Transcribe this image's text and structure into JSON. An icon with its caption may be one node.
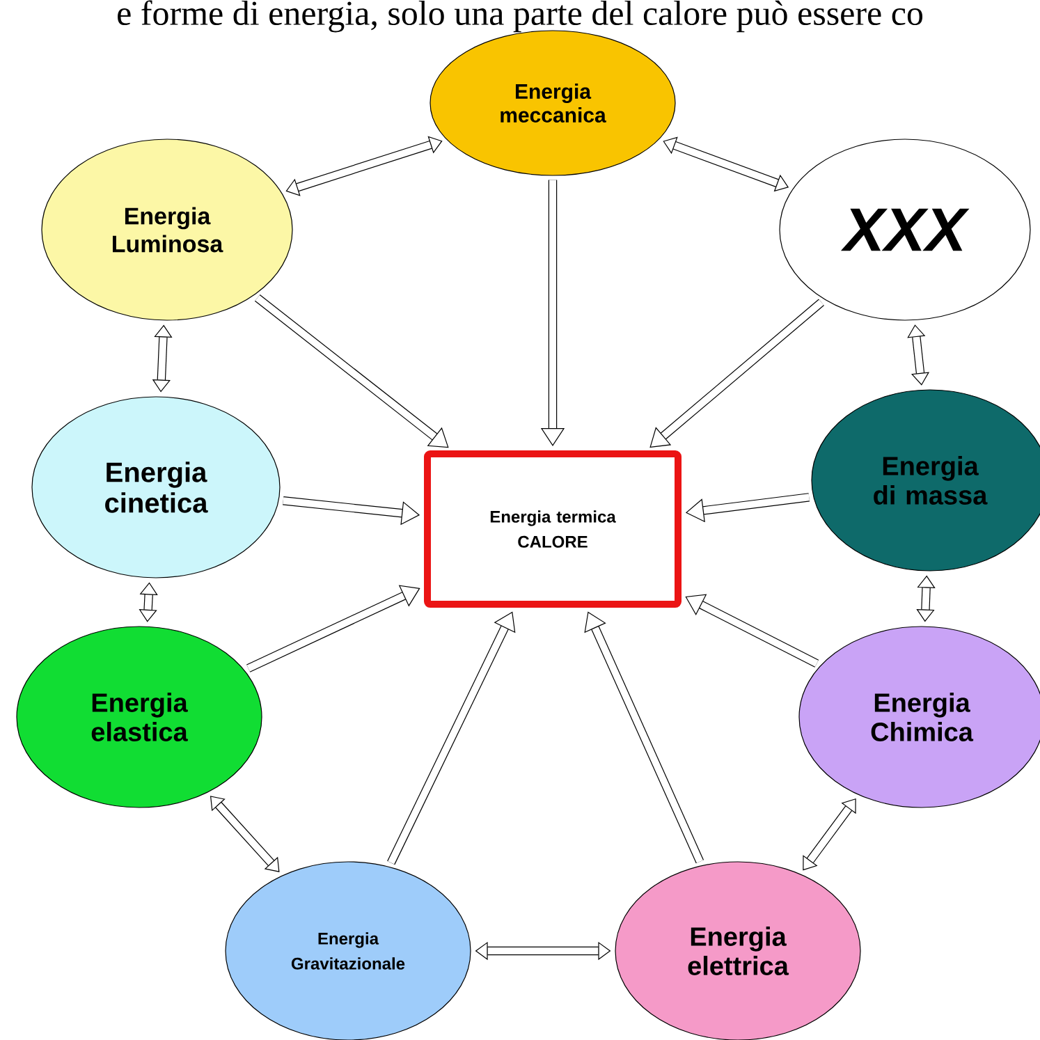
{
  "diagram": {
    "nodes": [
      {
        "text": [
          "Energia meccanica"
        ]
      },
      {
        "text": [
          "Energia Luminosa"
        ]
      },
      {
        "text": [
          "XXX"
        ]
      },
      {
        "text": [
          "Energia cinetica"
        ]
      },
      {
        "text": [
          "Energia termica CALORE"
        ]
      },
      {
        "text": [
          "Energia di massa"
        ]
      },
      {
        "text": [
          "Energia elastica"
        ]
      },
      {
        "text": [
          "Energia Chimica"
        ]
      },
      {
        "text": [
          "Energia Gravitazionale"
        ]
      },
      {
        "text": [
          "Energia elettrica"
        ]
      }
    ],
    "edges": [
      {
        "from": 0,
        "to": 1,
        "arrow": "both"
      },
      {
        "from": 0,
        "to": 2,
        "arrow": "both"
      },
      {
        "from": 1,
        "to": 4,
        "arrow": "to"
      },
      {
        "from": 0,
        "to": 4,
        "arrow": "to"
      },
      {
        "from": 2,
        "to": 4,
        "arrow": "to"
      },
      {
        "from": 1,
        "to": 3,
        "arrow": "both"
      },
      {
        "from": 2,
        "to": 5,
        "arrow": "both"
      },
      {
        "from": 3,
        "to": 4,
        "arrow": "to"
      },
      {
        "from": 5,
        "to": 4,
        "arrow": "to"
      },
      {
        "from": 3,
        "to": 6,
        "arrow": "both"
      },
      {
        "from": 5,
        "to": 7,
        "arrow": "both"
      },
      {
        "from": 6,
        "to": 4,
        "arrow": "to"
      },
      {
        "from": 7,
        "to": 4,
        "arrow": "to"
      },
      {
        "from": 8,
        "to": 4,
        "arrow": "to"
      },
      {
        "from": 9,
        "to": 4,
        "arrow": "to"
      },
      {
        "from": 6,
        "to": 8,
        "arrow": "both"
      },
      {
        "from": 8,
        "to": 9,
        "arrow": "both"
      },
      {
        "from": 9,
        "to": 7,
        "arrow": "both"
      }
    ],
    "labels": [
      "e forme di energia, solo una parte del calore può essere co"
    ]
  }
}
